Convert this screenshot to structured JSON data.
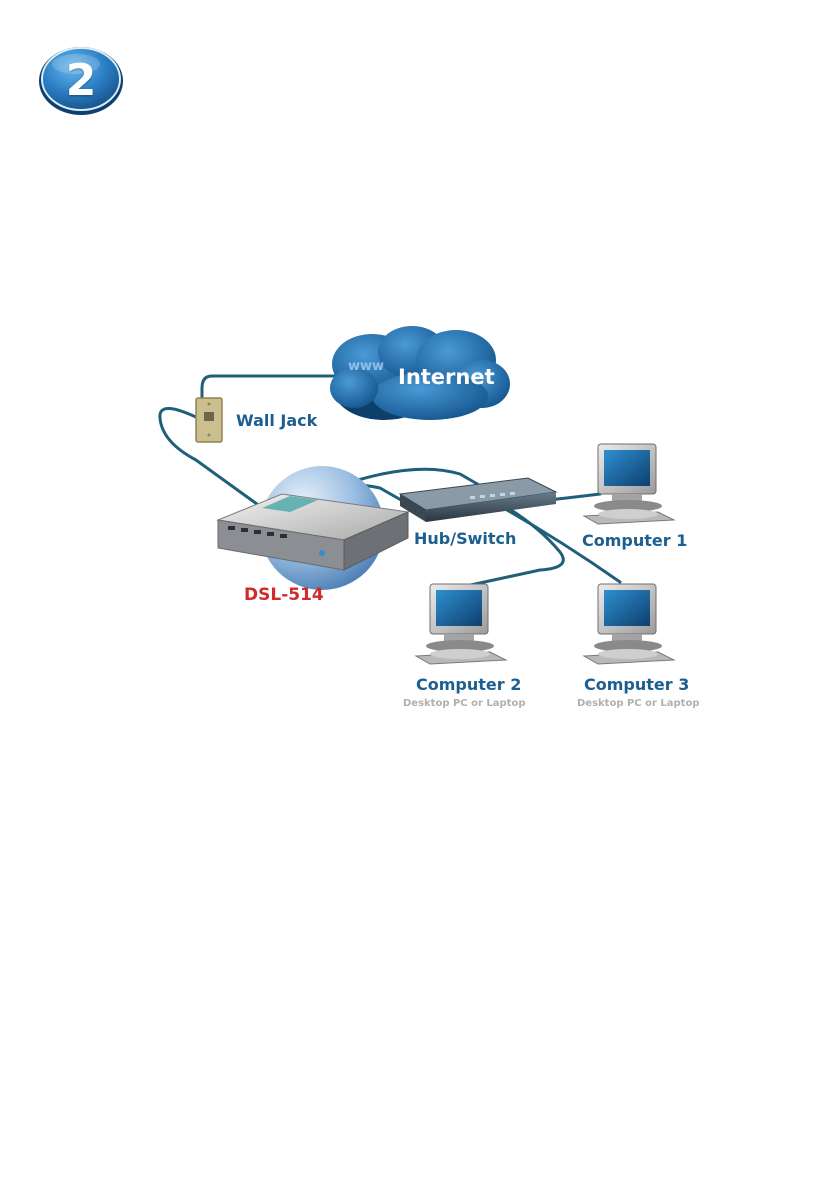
{
  "step": {
    "number": "2"
  },
  "diagram": {
    "internet_label": "Internet",
    "www_label": "www",
    "wall_jack_label": "Wall Jack",
    "router_label": "DSL-514",
    "hub_label": "Hub/Switch",
    "computer1_label": "Computer 1",
    "computer2_label": "Computer 2",
    "computer3_label": "Computer 3",
    "computer2_sublabel": "Desktop PC or Laptop",
    "computer3_sublabel": "Desktop PC or Laptop"
  },
  "colors": {
    "badge_blue": "#2a7fc4",
    "label_blue": "#1c5f8f",
    "router_red": "#d12a2a",
    "cable": "#1f5f7a",
    "cloud": "#1f6fae"
  }
}
